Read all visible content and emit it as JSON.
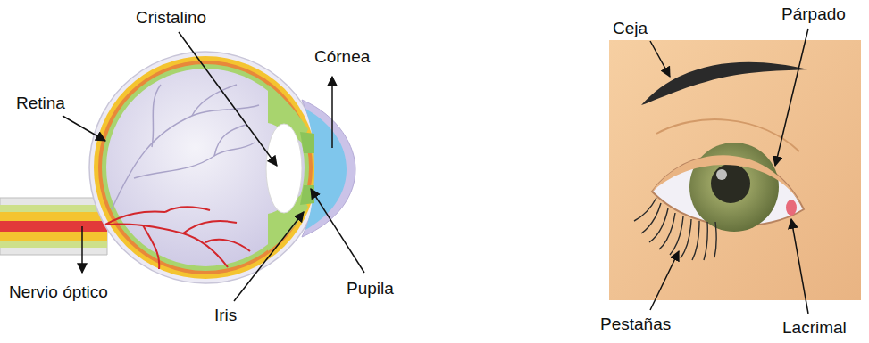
{
  "diagram": {
    "labels": [
      "Cristalino",
      "Córnea",
      "Retina",
      "Nervio óptico",
      "Iris",
      "Pupila",
      "Ceja",
      "Párpado",
      "Pestañas",
      "Lacrimal"
    ]
  }
}
